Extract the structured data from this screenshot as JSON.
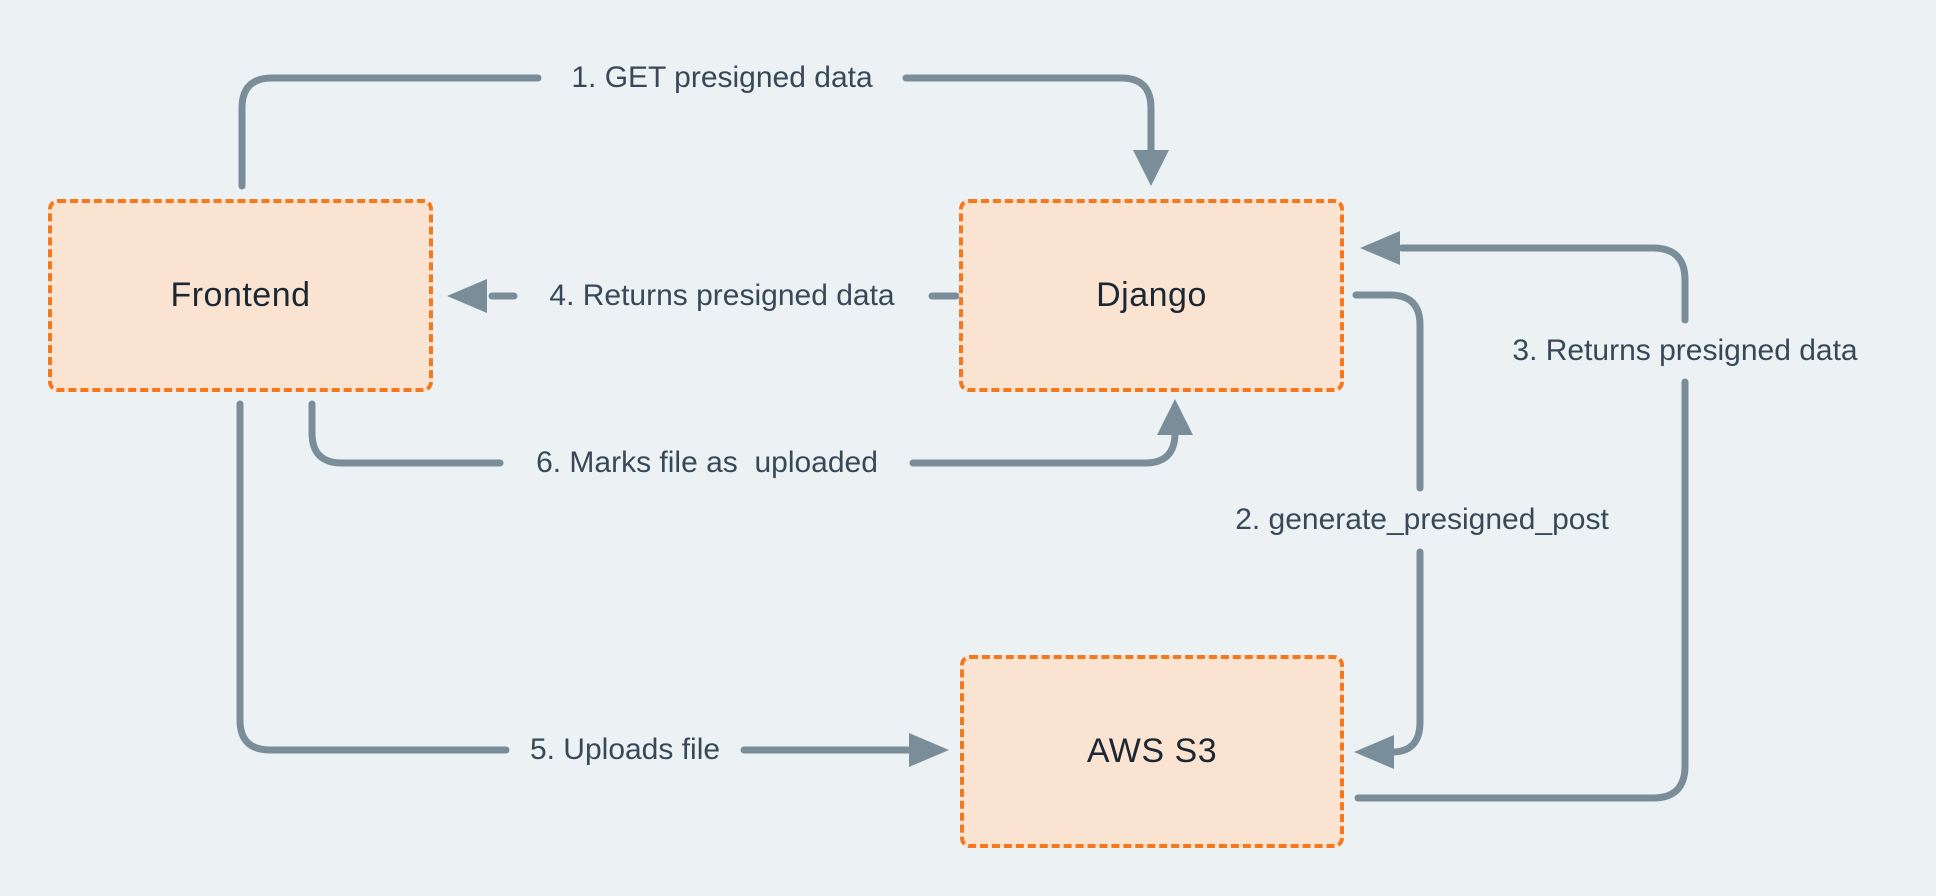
{
  "colors": {
    "background": "#ECF1F4",
    "box_fill": "#FBE3D2",
    "box_border": "#F4791E",
    "line": "#7A8E9A",
    "label_text": "#374958",
    "node_text": "#1B2733"
  },
  "nodes": [
    {
      "id": "frontend",
      "label": "Frontend"
    },
    {
      "id": "django",
      "label": "Django"
    },
    {
      "id": "aws-s3",
      "label": "AWS S3"
    }
  ],
  "arrows": [
    {
      "id": "step-1",
      "label": "1. GET presigned data",
      "from": "Frontend",
      "to": "Django"
    },
    {
      "id": "step-2",
      "label": "2. generate_presigned_post",
      "from": "Django",
      "to": "AWS S3"
    },
    {
      "id": "step-3",
      "label": "3. Returns presigned data",
      "from": "AWS S3",
      "to": "Django"
    },
    {
      "id": "step-4",
      "label": "4. Returns presigned data",
      "from": "Django",
      "to": "Frontend"
    },
    {
      "id": "step-5",
      "label": "5. Uploads file",
      "from": "Frontend",
      "to": "AWS S3"
    },
    {
      "id": "step-6",
      "label": "6. Marks file as  uploaded",
      "from": "Frontend",
      "to": "Django"
    }
  ]
}
